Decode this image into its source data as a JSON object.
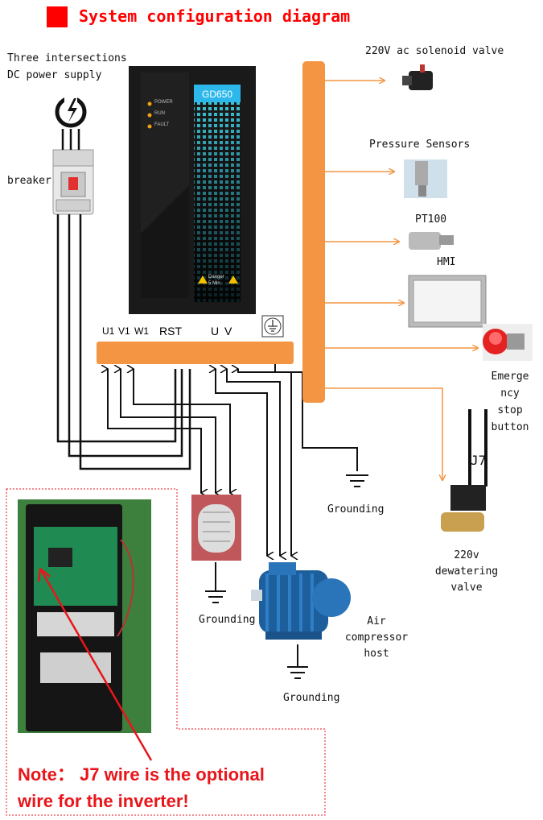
{
  "title": "System configuration diagram",
  "power_supply": {
    "label_line1": "Three intersections",
    "label_line2": "DC power supply",
    "breaker_label": "breaker"
  },
  "inverter": {
    "model": "GD650",
    "indicators": [
      "POWER",
      "RUN",
      "FAULT"
    ],
    "warning_line1": "Danger",
    "warning_line2": "5 Min"
  },
  "terminals": {
    "u1": "U1",
    "v1": "V1",
    "w1": "W1",
    "rst": "RST",
    "u": "U",
    "v": "V"
  },
  "components": {
    "solenoid_valve": "220V ac solenoid valve",
    "pressure_sensors": "Pressure Sensors",
    "pt100": "PT100",
    "hmi": "HMI",
    "estop_lines": [
      "Emerge",
      "ncy",
      "stop",
      "button"
    ],
    "j7": "J7",
    "dewatering_lines": [
      "220v",
      "dewatering",
      "valve"
    ],
    "compressor_lines": [
      "Air",
      "compressor",
      "host"
    ]
  },
  "grounding": {
    "label": "Grounding"
  },
  "note": {
    "line1": "Note： J7  wire is the optional",
    "line2": "wire for the inverter!"
  },
  "colors": {
    "accent": "#f39543",
    "title": "#ff0000",
    "note": "#e8161b"
  }
}
